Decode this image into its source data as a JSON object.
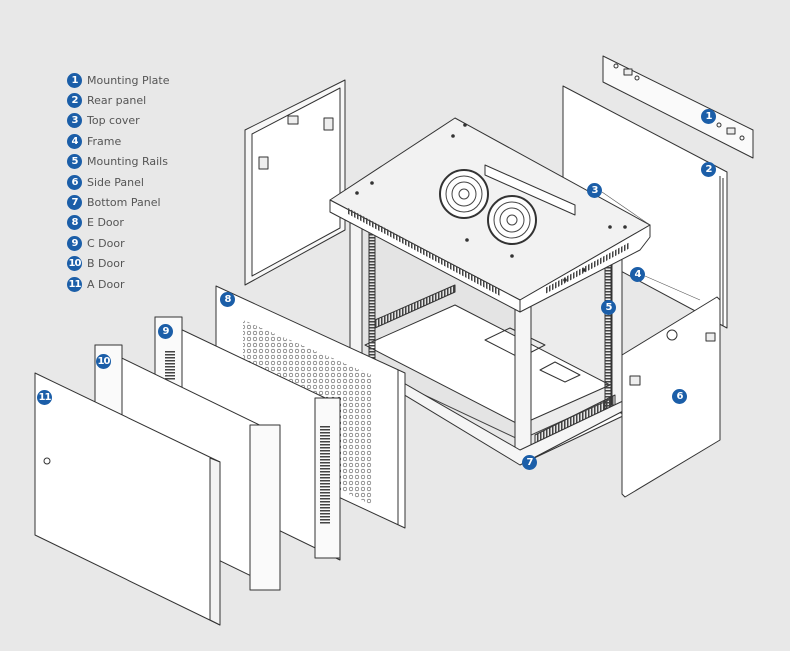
{
  "diagram": {
    "title": "Wall-mount network cabinet exploded view",
    "badge_color": "#1b5ea8",
    "background": "#e8e8e8",
    "legend": [
      {
        "num": "1",
        "label": "Mounting Plate"
      },
      {
        "num": "2",
        "label": "Rear panel"
      },
      {
        "num": "3",
        "label": "Top cover"
      },
      {
        "num": "4",
        "label": "Frame"
      },
      {
        "num": "5",
        "label": "Mounting Rails"
      },
      {
        "num": "6",
        "label": "Side Panel"
      },
      {
        "num": "7",
        "label": "Bottom Panel"
      },
      {
        "num": "8",
        "label": "E Door"
      },
      {
        "num": "9",
        "label": "C Door"
      },
      {
        "num": "10",
        "label": "B Door"
      },
      {
        "num": "11",
        "label": "A Door"
      }
    ],
    "callouts": [
      {
        "num": "1"
      },
      {
        "num": "2"
      },
      {
        "num": "3"
      },
      {
        "num": "4"
      },
      {
        "num": "5"
      },
      {
        "num": "6"
      },
      {
        "num": "7"
      },
      {
        "num": "8"
      },
      {
        "num": "9"
      },
      {
        "num": "10"
      },
      {
        "num": "11"
      }
    ]
  }
}
